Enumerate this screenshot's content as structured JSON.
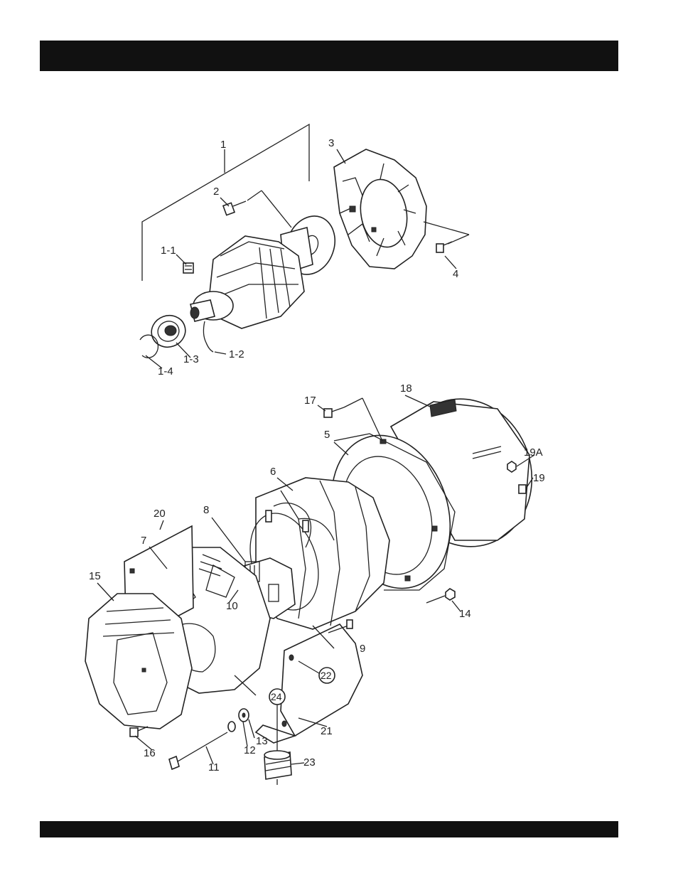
{
  "parts": {
    "p1": "1",
    "p1_1": "1-1",
    "p1_2": "1-2",
    "p1_3": "1-3",
    "p1_4": "1-4",
    "p2": "2",
    "p3": "3",
    "p4": "4",
    "p5": "5",
    "p6": "6",
    "p7": "7",
    "p8": "8",
    "p9": "9",
    "p10": "10",
    "p11": "11",
    "p12": "12",
    "p13": "13",
    "p14": "14",
    "p15": "15",
    "p16": "16",
    "p17": "17",
    "p18": "18",
    "p19": "19",
    "p19a": "19A",
    "p20": "20",
    "p21": "21",
    "p22": "22",
    "p23": "23",
    "p24": "24"
  },
  "colors": {
    "bar": "#111111",
    "ink": "#222222",
    "paper": "#ffffff"
  }
}
